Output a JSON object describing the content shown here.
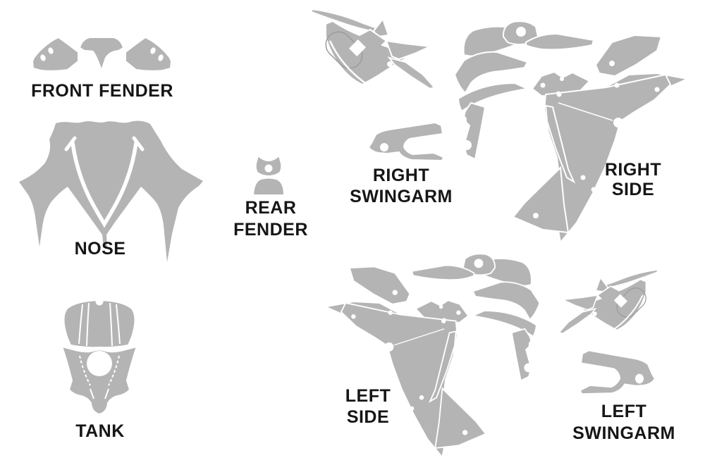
{
  "diagram": {
    "description": "Motorcycle graphics kit die-cut template with labeled panel groups",
    "background": "#ffffff",
    "shape_fill": "#b4b4b4",
    "label_color": "#161616",
    "parts": [
      {
        "id": "front-fender",
        "label": "FRONT FENDER",
        "lines": [
          "FRONT FENDER"
        ]
      },
      {
        "id": "nose",
        "label": "NOSE",
        "lines": [
          "NOSE"
        ]
      },
      {
        "id": "tank",
        "label": "TANK",
        "lines": [
          "TANK"
        ]
      },
      {
        "id": "rear-fender",
        "label": "REAR FENDER",
        "lines": [
          "REAR",
          "FENDER"
        ]
      },
      {
        "id": "right-swingarm",
        "label": "RIGHT SWINGARM",
        "lines": [
          "RIGHT",
          "SWINGARM"
        ]
      },
      {
        "id": "right-side",
        "label": "RIGHT SIDE",
        "lines": [
          "RIGHT",
          "SIDE"
        ]
      },
      {
        "id": "left-side",
        "label": "LEFT SIDE",
        "lines": [
          "LEFT",
          "SIDE"
        ]
      },
      {
        "id": "left-swingarm",
        "label": "LEFT SWINGARM",
        "lines": [
          "LEFT",
          "SWINGARM"
        ]
      }
    ],
    "labels": {
      "front_fender": "FRONT FENDER",
      "nose": "NOSE",
      "tank": "TANK",
      "rear_1": "REAR",
      "rear_2": "FENDER",
      "rsw_1": "RIGHT",
      "rsw_2": "SWINGARM",
      "rs_1": "RIGHT",
      "rs_2": "SIDE",
      "ls_1": "LEFT",
      "ls_2": "SIDE",
      "lsw_1": "LEFT",
      "lsw_2": "SWINGARM"
    }
  }
}
